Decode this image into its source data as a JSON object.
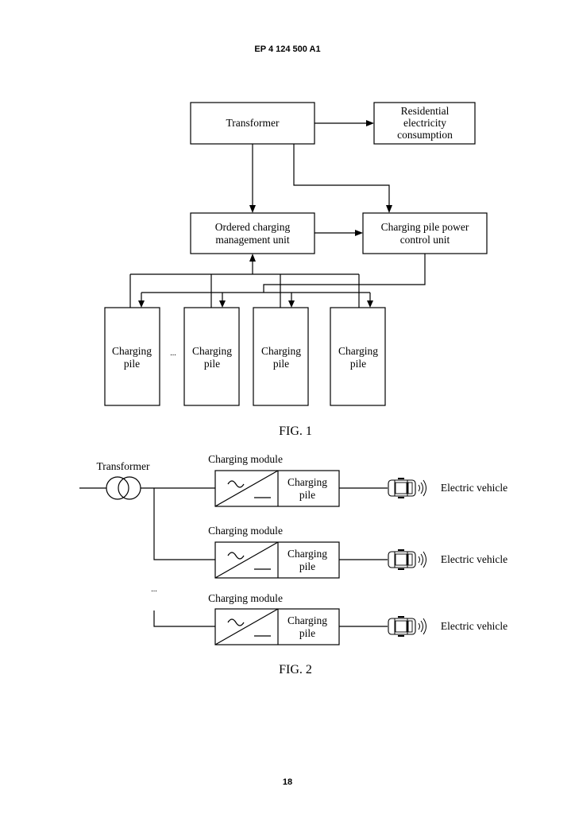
{
  "header": {
    "doc_number": "EP 4 124 500 A1"
  },
  "footer": {
    "page_number": "18"
  },
  "fig1": {
    "caption": "FIG. 1",
    "transformer": "Transformer",
    "residential": [
      "Residential",
      "electricity",
      "consumption"
    ],
    "ordered_mgmt": [
      "Ordered charging",
      "management unit"
    ],
    "power_control": [
      "Charging pile power",
      "control unit"
    ],
    "pile_lines": [
      "Charging",
      "pile"
    ],
    "ellipsis": "..."
  },
  "fig2": {
    "caption": "FIG. 2",
    "transformer": "Transformer",
    "module_label": "Charging module",
    "pile_lines": [
      "Charging",
      "pile"
    ],
    "vehicle_label": "Electric vehicle",
    "ellipsis": "..."
  }
}
